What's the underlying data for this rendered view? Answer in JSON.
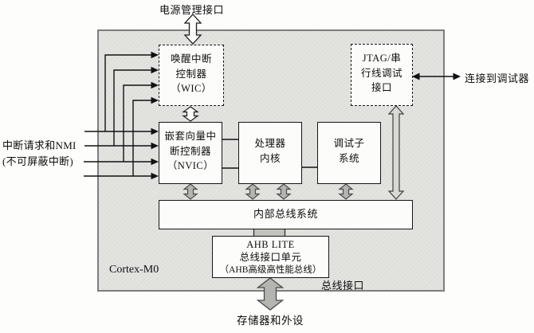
{
  "diagram": {
    "external_labels": {
      "power": "电源管理接口",
      "debugger": "连接到调试器",
      "interrupt_line1": "中断请求和NMI",
      "interrupt_line2": "(不可屏蔽中断)",
      "memory": "存储器和外设"
    },
    "internal_labels": {
      "chip": "Cortex-M0",
      "bus_interface": "总线接口"
    },
    "blocks": {
      "wic": {
        "line1": "唤醒中断",
        "line2": "控制器",
        "line3": "（WIC）"
      },
      "jtag": {
        "line1": "JTAG/串",
        "line2": "行线调试",
        "line3": "接口"
      },
      "nvic": {
        "line1": "嵌套向量中",
        "line2": "断控制器",
        "line3": "（NVIC）"
      },
      "cpu": {
        "line1": "处理器",
        "line2": "内核"
      },
      "debug_subsystem": {
        "line1": "调试子",
        "line2": "系统"
      },
      "internal_bus": {
        "line1": "内部总线系统"
      },
      "ahb": {
        "line1": "AHB LITE",
        "line2": "总线接口单元",
        "line3": "（AHB高级高性能总线）"
      }
    },
    "colors": {
      "chip_fill": "#e3e3e0",
      "chip_border": "#7d7d7d",
      "block_fill": "#fcfcfb",
      "line": "#111111",
      "gray_arrow": "#b4b4b0",
      "light_arrow": "#d8d8d4",
      "white_arrow": "#fcfcfa"
    }
  }
}
